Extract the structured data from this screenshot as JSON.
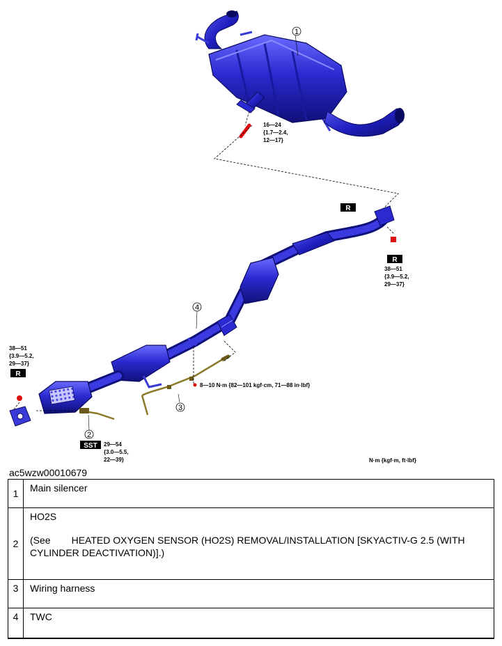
{
  "figure": {
    "id": "ac5wzw00010679",
    "unit_note": "N·m {kgf·m, ft·lbf}",
    "callouts": [
      "1",
      "2",
      "3",
      "4"
    ],
    "tags": {
      "r": "R",
      "sst": "SST"
    },
    "torque": {
      "silencer_bolt": [
        "16—24",
        "{1.7—2.4,",
        "12—17}"
      ],
      "rear_flange_nut": [
        "38—51",
        "{3.9—5.2,",
        "29—37}"
      ],
      "front_flange_nut": [
        "38—51",
        "{3.9—5.2,",
        "29—37}"
      ],
      "ho2s": [
        "29—54",
        "{3.0—5.5,",
        "22—39}"
      ],
      "harness_bolt": "8—10 N·m {82—101 kgf·cm, 71—88 in·lbf}"
    },
    "colors": {
      "exhaust_blue": "#2a2ad0",
      "bolt_red": "#e01010",
      "sensor_olive": "#8a7a2a"
    }
  },
  "legend": [
    {
      "num": "1",
      "label": "Main silencer"
    },
    {
      "num": "2",
      "label": "HO2S",
      "see_prefix": "(See",
      "see_text": "HEATED OXYGEN SENSOR (HO2S) REMOVAL/INSTALLATION [SKYACTIV-G 2.5 (WITH CYLINDER DEACTIVATION)].)"
    },
    {
      "num": "3",
      "label": "Wiring harness"
    },
    {
      "num": "4",
      "label": "TWC"
    }
  ]
}
